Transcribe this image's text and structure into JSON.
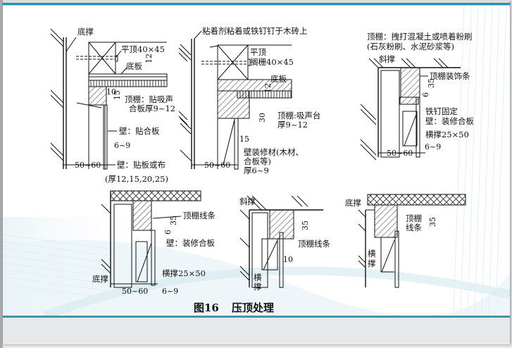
{
  "slide": {
    "caption": {
      "figure_number": "图16",
      "title": "压顶处理"
    },
    "colors": {
      "accent_top": "#1f93c4",
      "accent_bottom": "#3e97ad",
      "frame": "#e8e9eb",
      "drawing_ink": "#111111"
    }
  },
  "details": [
    {
      "id": "detail-1",
      "labels": {
        "prop": "底撑",
        "joist": "平顶40×45",
        "base_board": "底板",
        "ceiling": "顶棚：贴吸声",
        "ceiling_2": "合板厚9~12",
        "wall_1": "壁：贴合板",
        "wall_2": "壁：贴板或布"
      },
      "dims": {
        "d12": "12",
        "d10": "10",
        "d15": "15",
        "gap": "6~9",
        "clear": "50~60"
      }
    },
    {
      "id": "detail-2",
      "labels": {
        "glue": "粘着剂粘着或铁钉钉于木砖上",
        "joist_1": "平顶",
        "joist_2": "搁栅40×45",
        "base_board": "底板",
        "ceiling_1": "顶棚:吸声台",
        "ceiling_2": "厚9~12",
        "wall_1": "壁装修材(木材、",
        "wall_2": "合板等)",
        "wall_3": "厚6~9"
      },
      "dims": {
        "d12": "12",
        "d30": "30",
        "d15": "15",
        "clear": "50~60"
      }
    },
    {
      "id": "detail-3",
      "labels": {
        "ceiling_1": "顶棚：拽打混凝土或喷着粉刷",
        "ceiling_2": "(石灰粉刷、水泥砂浆等)",
        "brace": "斜撑",
        "trim": "顶棚装饰条",
        "nail": "铁钉固定",
        "wall": "壁：装修合板",
        "crossbar": "横撑25×50"
      },
      "dims": {
        "d35": "35",
        "d6": "6",
        "gap": "6~9",
        "clear": "50~60"
      }
    },
    {
      "id": "detail-4",
      "labels": {
        "thickness": "(厚12,15,20,25)",
        "trim": "顶棚线条",
        "wall": "壁：装修合板",
        "prop": "底撑",
        "crossbar": "横撑25×50"
      },
      "dims": {
        "d35": "35",
        "d6": "6",
        "gap": "6~9",
        "clear": "50~60"
      }
    },
    {
      "id": "detail-5",
      "labels": {
        "brace": "斜撑",
        "trim": "顶棚线条",
        "crossbar_1": "横",
        "crossbar_2": "撑"
      },
      "dims": {
        "d35": "35",
        "d10": "10"
      }
    },
    {
      "id": "detail-6",
      "labels": {
        "prop": "底撑",
        "trim_1": "顶棚",
        "trim_2": "线条",
        "crossbar_1": "横",
        "crossbar_2": "撑"
      },
      "dims": {
        "d35": "35"
      }
    }
  ]
}
